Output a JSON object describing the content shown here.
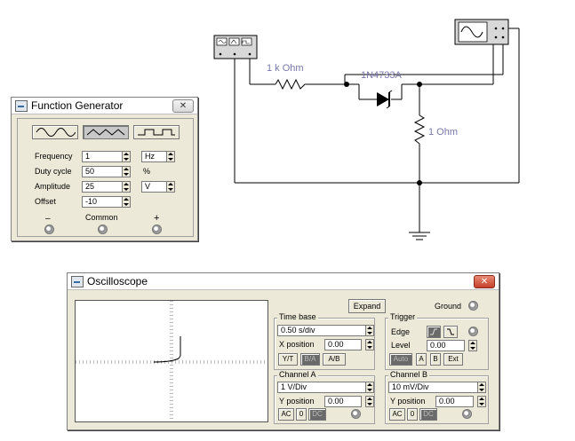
{
  "circuit": {
    "resistor1_label": "1 k Ohm",
    "zener_label": "1N4733A",
    "resistor2_label": "1  Ohm"
  },
  "function_generator": {
    "title": "Function Generator",
    "waveforms": [
      "sine",
      "triangle",
      "square"
    ],
    "selected_waveform": "triangle",
    "rows": [
      {
        "label": "Frequency",
        "value": "1",
        "unit": "Hz"
      },
      {
        "label": "Duty cycle",
        "value": "50",
        "unit": "%"
      },
      {
        "label": "Amplitude",
        "value": "25",
        "unit": "V"
      },
      {
        "label": "Offset",
        "value": "-10",
        "unit": ""
      }
    ],
    "terminals": {
      "minus": "–",
      "common": "Common",
      "plus": "+"
    }
  },
  "oscilloscope": {
    "title": "Oscilloscope",
    "expand_label": "Expand",
    "ground_label": "Ground",
    "time_base": {
      "title": "Time base",
      "scale": "0.50 s/div",
      "x_position_label": "X position",
      "x_position": "0.00",
      "modes": [
        "Y/T",
        "B/A",
        "A/B"
      ]
    },
    "trigger": {
      "title": "Trigger",
      "edge_label": "Edge",
      "level_label": "Level",
      "level": "0.00",
      "modes": [
        "Auto",
        "A",
        "B",
        "Ext"
      ]
    },
    "channel_a": {
      "title": "Channel A",
      "scale": "1  V/Div",
      "y_position_label": "Y position",
      "y_position": "0.00",
      "coupling": [
        "AC",
        "0",
        "DC"
      ]
    },
    "channel_b": {
      "title": "Channel B",
      "scale": "10 mV/Div",
      "y_position_label": "Y position",
      "y_position": "0.00",
      "coupling": [
        "AC",
        "0",
        "DC"
      ]
    }
  }
}
